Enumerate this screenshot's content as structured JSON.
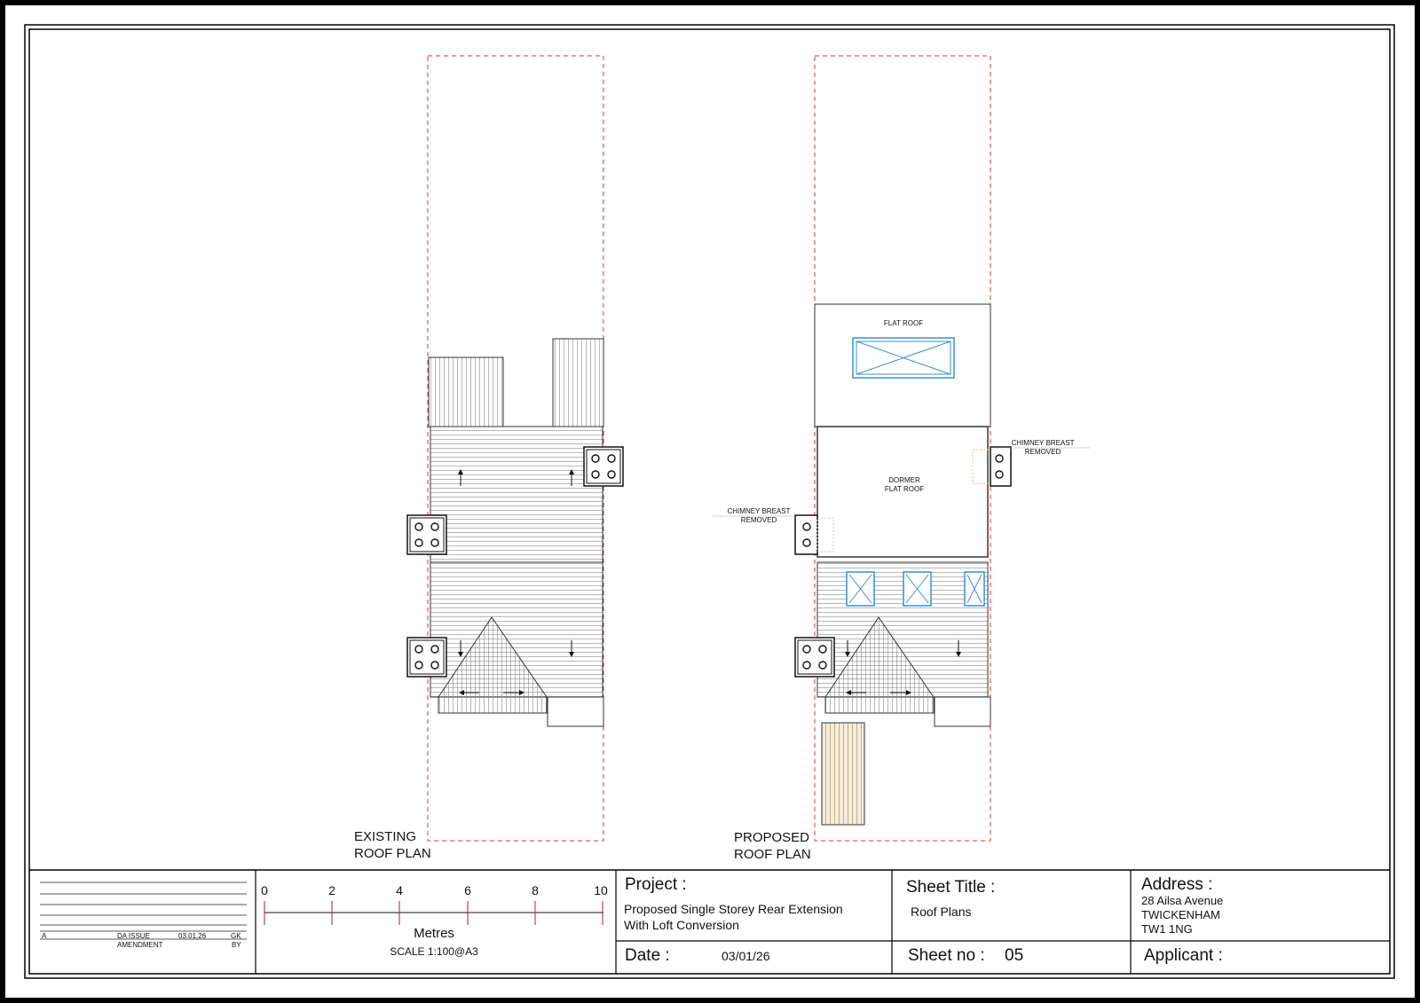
{
  "existing": {
    "label_line1": "EXISTING",
    "label_line2": "ROOF PLAN"
  },
  "proposed": {
    "label_line1": "PROPOSED",
    "label_line2": "ROOF PLAN",
    "flat_roof": "FLAT ROOF",
    "dormer_line1": "DORMER",
    "dormer_line2": "FLAT ROOF",
    "chimney_right_line1": "CHIMNEY BREAST",
    "chimney_right_line2": "REMOVED",
    "chimney_left_line1": "CHIMNEY BREAST",
    "chimney_left_line2": "REMOVED"
  },
  "revisions": {
    "rows": [
      {
        "rev": "A",
        "amendment": "DA ISSUE",
        "date": "03.01.26",
        "by": "GK"
      }
    ],
    "header_amendment": "AMENDMENT",
    "header_by": "BY"
  },
  "scale_bar": {
    "ticks": [
      "0",
      "2",
      "4",
      "6",
      "8",
      "10"
    ],
    "unit": "Metres",
    "scale": "SCALE 1:100@A3"
  },
  "title_block": {
    "project_label": "Project :",
    "project_line1": "Proposed Single Storey Rear Extension",
    "project_line2": "With Loft Conversion",
    "sheet_title_label": "Sheet Title :",
    "sheet_title": "Roof Plans",
    "address_label": "Address :",
    "address_line1": "28 Ailsa Avenue",
    "address_line2": "TWICKENHAM",
    "address_line3": "TW1 1NG",
    "date_label": "Date :",
    "date": "03/01/26",
    "sheet_no_label": "Sheet no :",
    "sheet_no": "05",
    "applicant_label": "Applicant :"
  },
  "colors": {
    "boundary": "#d23a3a",
    "rooflight": "#3a8fd0",
    "scale_tick": "#b02020"
  }
}
